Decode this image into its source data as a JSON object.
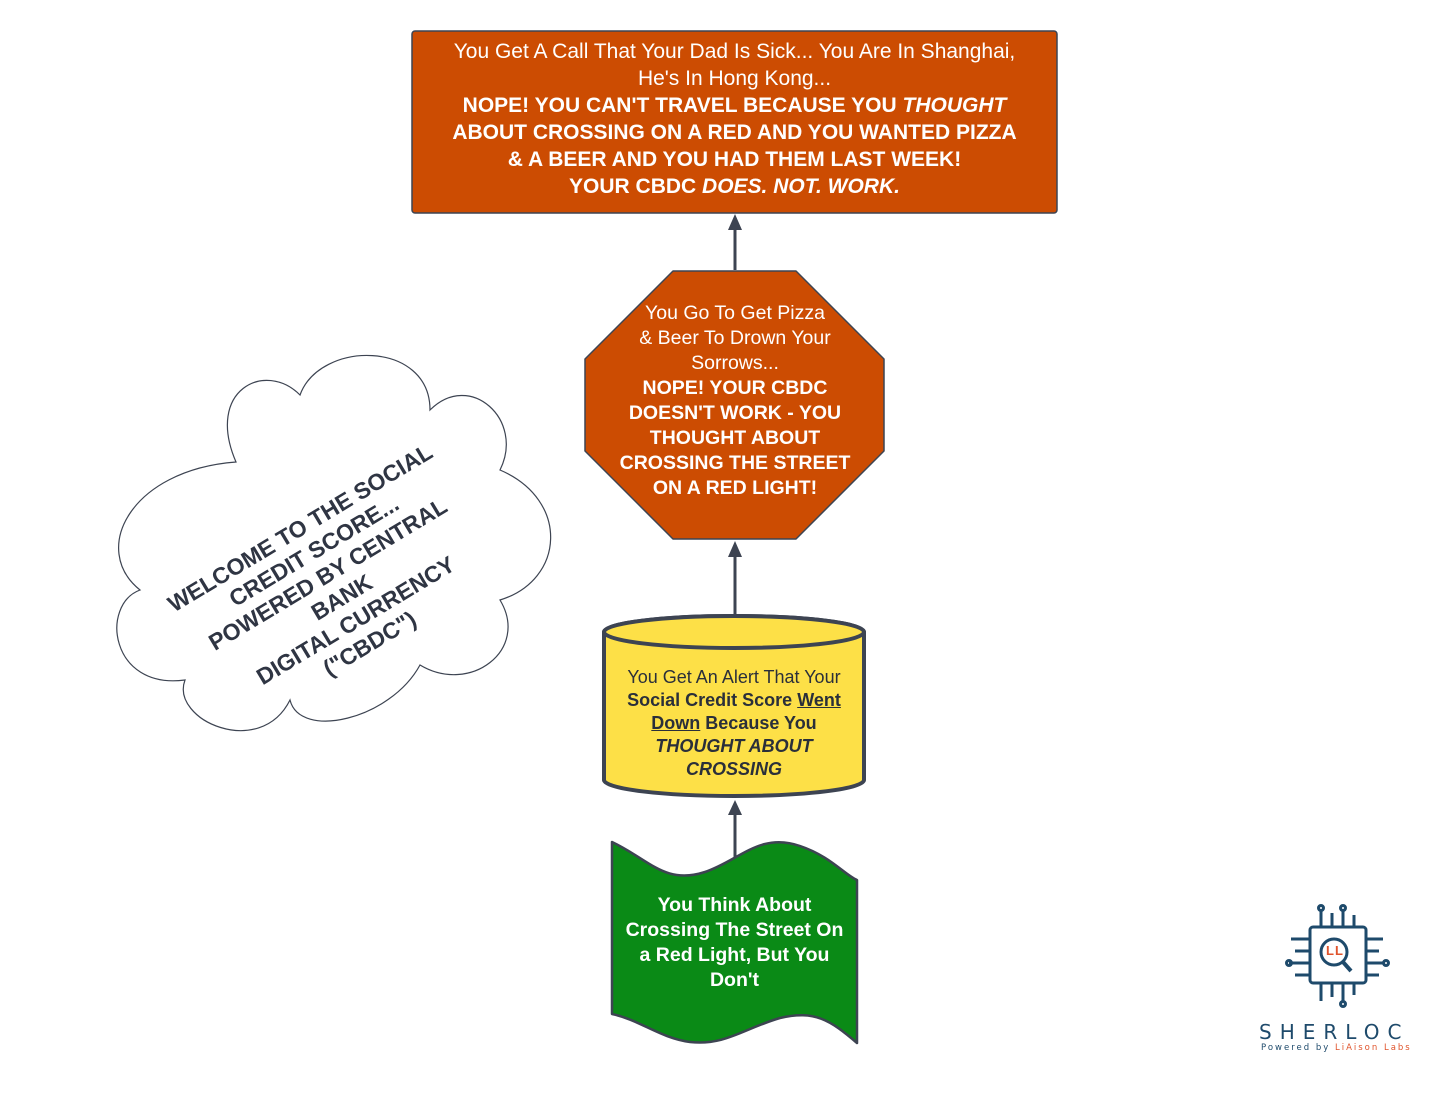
{
  "colors": {
    "orange": "#cc4c02",
    "yellow": "#fde047",
    "green": "#0a8a16",
    "stroke": "#3d4452",
    "cloud_fill": "#ffffff",
    "logo_blue": "#1e4a6b",
    "logo_accent": "#e0542c"
  },
  "top_box": {
    "line1": "You Get A Call That Your Dad Is Sick... You Are In Shanghai,",
    "line2": "He's In Hong Kong...",
    "line3a": "NOPE! YOU CAN'T TRAVEL BECAUSE YOU ",
    "line3b": "THOUGHT",
    "line4": "ABOUT CROSSING ON A RED AND YOU WANTED PIZZA",
    "line5": "& A BEER AND YOU HAD THEM LAST WEEK!",
    "line6a": "YOUR CBDC ",
    "line6b": "DOES. NOT. WORK."
  },
  "octagon": {
    "line1": "You Go To Get Pizza",
    "line2": "& Beer To Drown Your",
    "line3": "Sorrows...",
    "line4": "NOPE! YOUR CBDC",
    "line5": "DOESN'T WORK - YOU",
    "line6": "THOUGHT ABOUT",
    "line7": "CROSSING THE STREET",
    "line8": "ON A RED LIGHT!"
  },
  "database": {
    "line1": "You Get An Alert That Your",
    "line2a": "Social Credit Score ",
    "line2b": "Went",
    "line3a": "Down",
    "line3b": " Because You",
    "line4": "THOUGHT ABOUT",
    "line5": "CROSSING"
  },
  "document": {
    "line1": "You Think About",
    "line2": "Crossing The Street On",
    "line3": "a Red Light, But You",
    "line4": "Don't"
  },
  "cloud": {
    "line1": "WELCOME TO THE SOCIAL",
    "line2": "CREDIT SCORE...",
    "line3": "POWERED BY CENTRAL BANK",
    "line4": "DIGITAL CURRENCY (\"CBDC\")"
  },
  "logo": {
    "icon_letters": "LL",
    "wordmark": "SHERLOC",
    "tagline_prefix": "Powered by ",
    "tagline_brand": "LiAison Labs"
  }
}
